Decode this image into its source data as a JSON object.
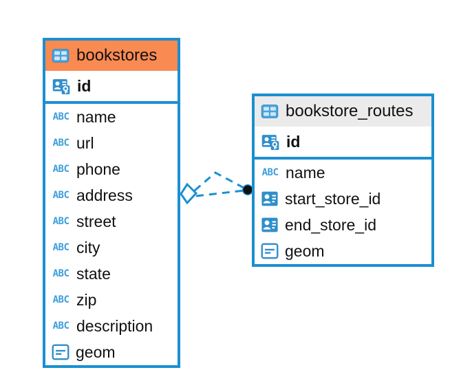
{
  "diagram": {
    "type": "entity-relationship-diagram",
    "background_color": "#ffffff",
    "accent_color": "#1b8fd1",
    "highlight_color": "#f98a52",
    "neutral_header_color": "#ebebeb"
  },
  "tables": [
    {
      "name": "bookstores",
      "header_style": "orange",
      "icon": "table-icon",
      "fields": [
        {
          "name": "id",
          "icon": "primary-key-icon",
          "key": "pk"
        },
        {
          "name": "name",
          "icon": "abc-text-icon",
          "key": ""
        },
        {
          "name": "url",
          "icon": "abc-text-icon",
          "key": ""
        },
        {
          "name": "phone",
          "icon": "abc-text-icon",
          "key": ""
        },
        {
          "name": "address",
          "icon": "abc-text-icon",
          "key": ""
        },
        {
          "name": "street",
          "icon": "abc-text-icon",
          "key": ""
        },
        {
          "name": "city",
          "icon": "abc-text-icon",
          "key": ""
        },
        {
          "name": "state",
          "icon": "abc-text-icon",
          "key": ""
        },
        {
          "name": "zip",
          "icon": "abc-text-icon",
          "key": ""
        },
        {
          "name": "description",
          "icon": "abc-text-icon",
          "key": ""
        },
        {
          "name": "geom",
          "icon": "geometry-icon",
          "key": ""
        }
      ]
    },
    {
      "name": "bookstore_routes",
      "header_style": "grey",
      "icon": "table-icon",
      "fields": [
        {
          "name": "id",
          "icon": "primary-key-icon",
          "key": "pk"
        },
        {
          "name": "name",
          "icon": "abc-text-icon",
          "key": ""
        },
        {
          "name": "start_store_id",
          "icon": "foreign-key-icon",
          "key": "fk"
        },
        {
          "name": "end_store_id",
          "icon": "foreign-key-icon",
          "key": "fk"
        },
        {
          "name": "geom",
          "icon": "geometry-icon",
          "key": ""
        }
      ]
    }
  ],
  "relationship": {
    "from_table": "bookstores",
    "to_table": "bookstore_routes",
    "line_style": "dashed",
    "source_marker": "diamond",
    "target_marker": "filled-circle",
    "color": "#1b8fd1"
  },
  "icon_glyphs": {
    "abc_label": "ABC"
  }
}
